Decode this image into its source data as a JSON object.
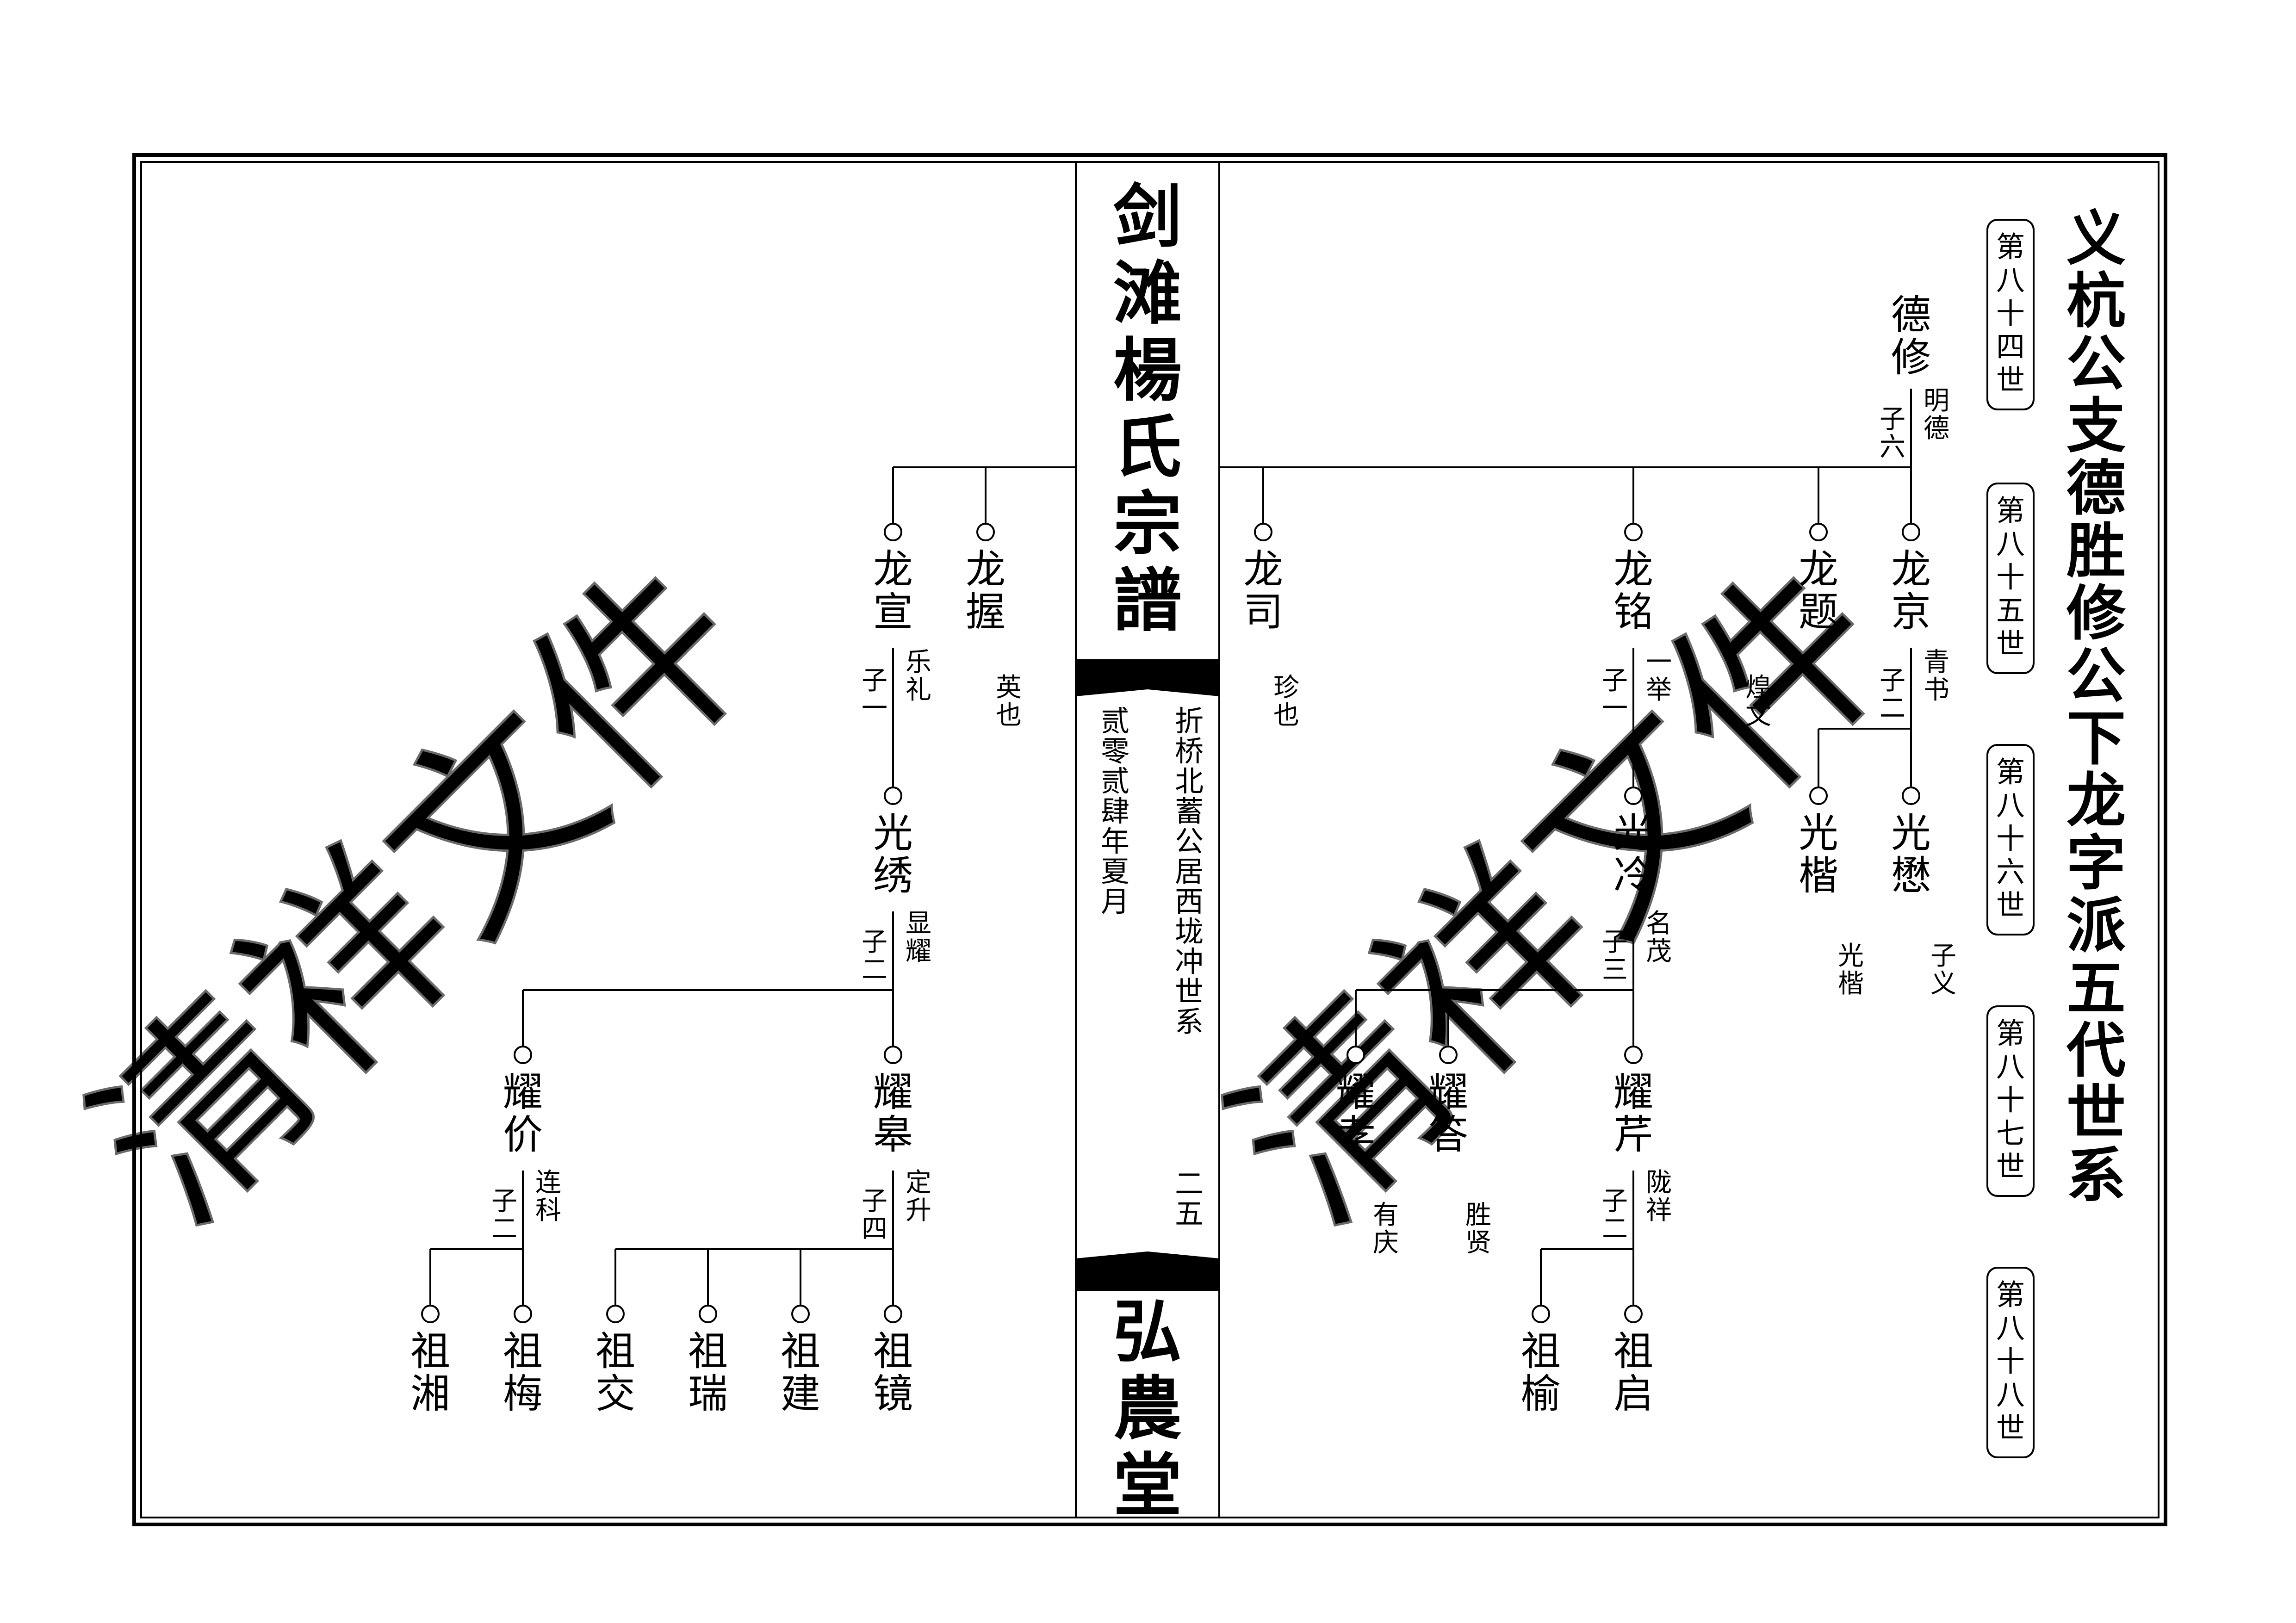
{
  "page_title": "义杭公支德胜修公下龙字派五代世系",
  "generations": [
    "第八十四世",
    "第八十五世",
    "第八十六世",
    "第八十七世",
    "第八十八世"
  ],
  "spine": {
    "book_title": "剑滩楊氏宗譜",
    "hall_name": "弘農堂",
    "branch_line": "折桥北蓄公居西垅冲世系",
    "date_line": "贰零贰肆年夏月",
    "page_number": "二五"
  },
  "watermark": "清祥文件",
  "persons": [
    {
      "id": "dexiu",
      "name": "德修"
    },
    {
      "id": "longjing",
      "name": "龙京"
    },
    {
      "id": "longti",
      "name": "龙题"
    },
    {
      "id": "longming",
      "name": "龙铭"
    },
    {
      "id": "longsi",
      "name": "龙司"
    },
    {
      "id": "longwo",
      "name": "龙握"
    },
    {
      "id": "longxuan",
      "name": "龙宣"
    },
    {
      "id": "guangmao",
      "name": "光懋"
    },
    {
      "id": "guangkai",
      "name": "光楷"
    },
    {
      "id": "guangleng",
      "name": "光冷"
    },
    {
      "id": "guangxiu",
      "name": "光绣"
    },
    {
      "id": "yaoqin",
      "name": "耀芹"
    },
    {
      "id": "yaoda",
      "name": "耀答"
    },
    {
      "id": "yaoxiao",
      "name": "耀孝"
    },
    {
      "id": "yaogao",
      "name": "耀皋"
    },
    {
      "id": "yaojie",
      "name": "耀价"
    },
    {
      "id": "zuqi",
      "name": "祖启"
    },
    {
      "id": "zuyu",
      "name": "祖榆"
    },
    {
      "id": "zujing",
      "name": "祖镜"
    },
    {
      "id": "zujian",
      "name": "祖建"
    },
    {
      "id": "zurui",
      "name": "祖瑞"
    },
    {
      "id": "zujiao",
      "name": "祖交"
    },
    {
      "id": "zumei",
      "name": "祖梅"
    },
    {
      "id": "zuxiang",
      "name": "祖湘"
    }
  ],
  "sons_notes": [
    {
      "id": "dexiu",
      "count": "子六",
      "style": "明德"
    },
    {
      "id": "longjing",
      "count": "子二",
      "style": "青书"
    },
    {
      "id": "longming",
      "count": "子一",
      "style": "一举"
    },
    {
      "id": "guangleng",
      "count": "子三",
      "style": "名茂"
    },
    {
      "id": "yaoqin",
      "count": "子二",
      "style": "陇祥"
    },
    {
      "id": "longxuan",
      "count": "子一",
      "style": "乐礼"
    },
    {
      "id": "guangxiu",
      "count": "子二",
      "style": "显耀"
    },
    {
      "id": "yaogao",
      "count": "子四",
      "style": "定升"
    },
    {
      "id": "yaojie",
      "count": "子二",
      "style": "连科"
    }
  ],
  "side_notes": [
    {
      "id": "longti",
      "text": "煌文"
    },
    {
      "id": "longsi",
      "text": "珍也"
    },
    {
      "id": "longwo",
      "text": "英也"
    },
    {
      "id": "guangmao",
      "text": "子义"
    },
    {
      "id": "guangkai",
      "text": "光楷"
    },
    {
      "id": "yaoda",
      "text": "胜贤"
    },
    {
      "id": "yaoxiao",
      "text": "有庆"
    }
  ]
}
